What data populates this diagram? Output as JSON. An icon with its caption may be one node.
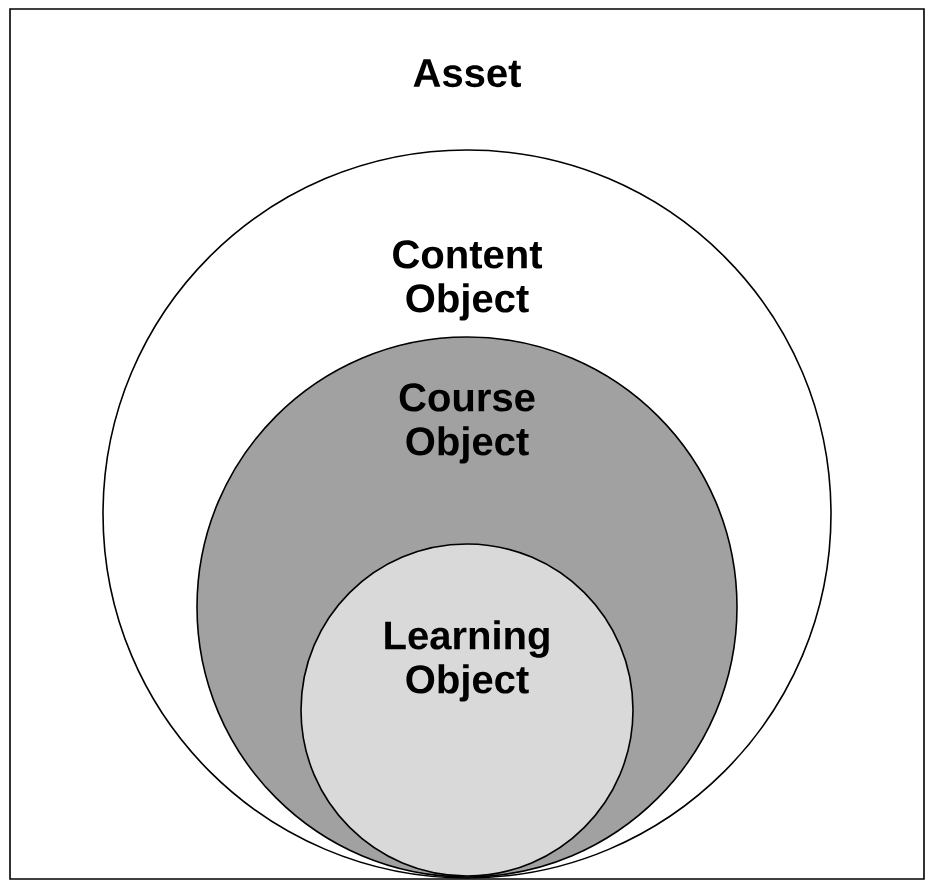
{
  "diagram": {
    "nodes": [
      {
        "text": [
          "Asset"
        ]
      },
      {
        "text": [
          "Content Object"
        ],
        "in": 0
      },
      {
        "text": [
          "Course Object"
        ],
        "in": 1
      },
      {
        "text": [
          "Learning Object"
        ],
        "in": 2
      }
    ]
  }
}
